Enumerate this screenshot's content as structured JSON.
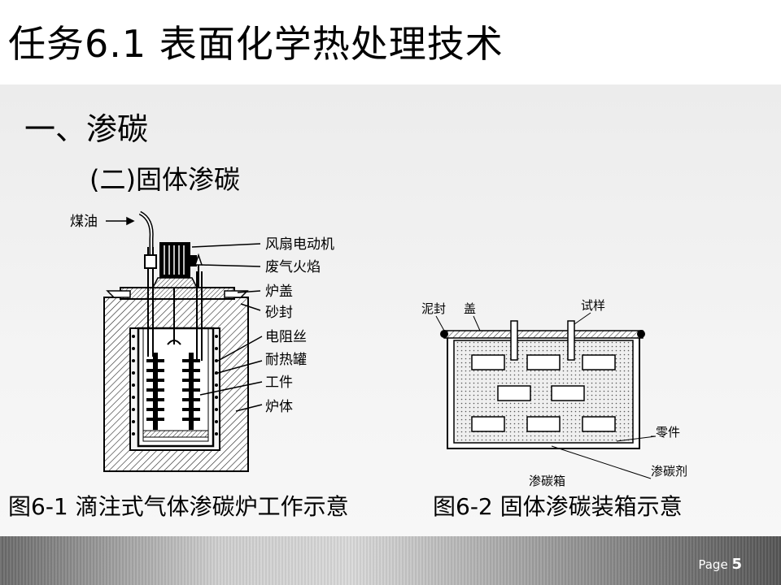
{
  "slide": {
    "title": "任务6.1  表面化学热处理技术",
    "heading1": "一、渗碳",
    "heading2": "(二)固体渗碳",
    "page_label": "Page",
    "page_number": "5"
  },
  "figure1": {
    "caption": "图6-1  滴注式气体渗碳炉工作示意",
    "labels": {
      "kerosene": "煤油",
      "fan_motor": "风扇电动机",
      "exhaust_flame": "废气火焰",
      "lid": "炉盖",
      "sand_seal": "砂封",
      "resistance_wire": "电阻丝",
      "heat_tank": "耐热罐",
      "workpiece": "工件",
      "furnace_body": "炉体"
    }
  },
  "figure2": {
    "caption": "图6-2  固体渗碳装箱示意",
    "labels": {
      "mud_seal": "泥封",
      "lid": "盖",
      "sample": "试样",
      "part": "零件",
      "carburizer": "渗碳剂",
      "box": "渗碳箱"
    }
  }
}
